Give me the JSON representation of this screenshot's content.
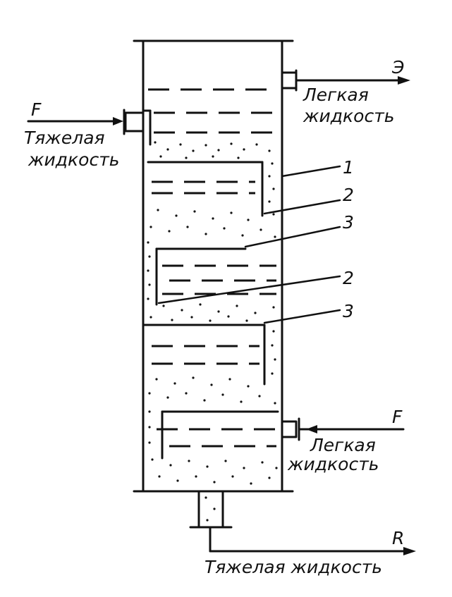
{
  "diagram": {
    "streams": {
      "feed_letter": "F",
      "top_right_letter": "Э",
      "middle_right_letter": "F",
      "bottom_letter": "R"
    },
    "labels": {
      "heavy_liquid_left_line1": "Тяжелая",
      "heavy_liquid_left_line2": "жидкость",
      "light_liquid_top_line1": "Легкая",
      "light_liquid_top_line2": "жидкость",
      "light_liquid_mid_line1": "Легкая",
      "light_liquid_mid_line2": "жидкость",
      "heavy_liquid_bottom": "Тяжелая жидкость"
    },
    "callouts": [
      "1",
      "2",
      "3",
      "2",
      "3"
    ],
    "colors": {
      "ink": "#111111",
      "background": "#ffffff"
    }
  }
}
